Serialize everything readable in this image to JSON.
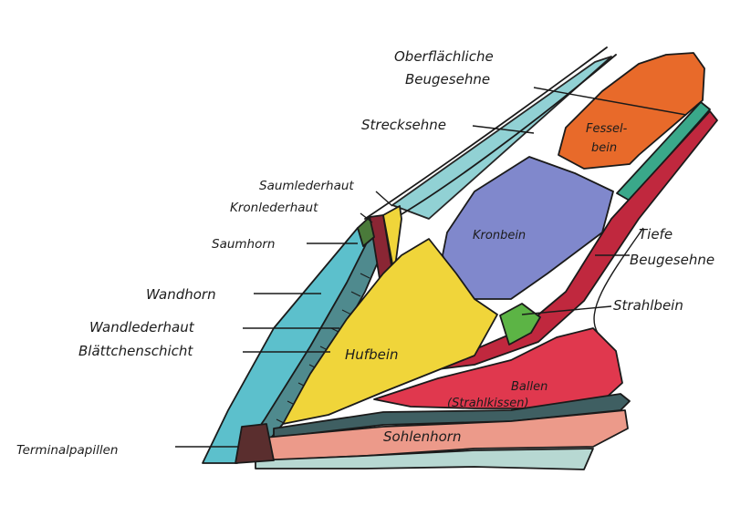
{
  "diagram": {
    "title": "Horse hoof longitudinal section (Huf-Längsschnitt)",
    "colors": {
      "fesselbein": "#e86a2a",
      "kronbein": "#8088cc",
      "hufbein": "#f0d53a",
      "strahlbein": "#5cb445",
      "ballen": "#e0384e",
      "tiefe_beugesehne": "#c0283e",
      "oberflaechliche_beugesehne": "#3aa88a",
      "strecksehne": "#8ccfd2",
      "wandhorn": "#5cc0cc",
      "wandlederhaut": "#4f8a8e",
      "kronlederhaut": "#8a2634",
      "sohlenhorn": "#ec9a8a",
      "strahl_base": "#b7d8d2",
      "terminalpapillen": "#5a2e2e"
    },
    "labels": {
      "oberflaechliche_beugesehne_1": "Oberflächliche",
      "oberflaechliche_beugesehne_2": "Beugesehne",
      "strecksehne": "Strecksehne",
      "fesselbein_1": "Fessel-",
      "fesselbein_2": "bein",
      "saumlederhaut": "Saumlederhaut",
      "kronlederhaut": "Kronlederhaut",
      "saumhorn": "Saumhorn",
      "kronbein": "Kronbein",
      "tiefe_beugesehne_1": "Tiefe",
      "tiefe_beugesehne_2": "Beugesehne",
      "wandhorn": "Wandhorn",
      "strahlbein": "Strahlbein",
      "wandlederhaut": "Wandlederhaut",
      "blaettchenschicht": "Blättchenschicht",
      "hufbein": "Hufbein",
      "ballen_1": "Ballen",
      "ballen_2": "(Strahlkissen)",
      "terminalpapillen": "Terminalpapillen",
      "sohlenhorn": "Sohlenhorn"
    }
  }
}
